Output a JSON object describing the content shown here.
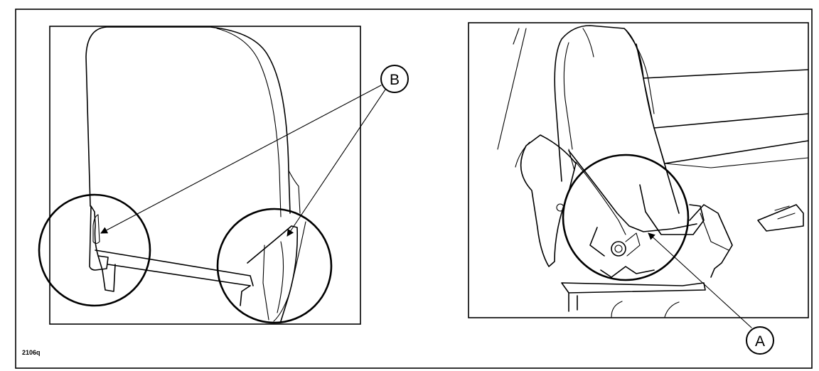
{
  "figure": {
    "reference_code": "2106q",
    "callouts": {
      "a": "A",
      "b": "B"
    }
  }
}
